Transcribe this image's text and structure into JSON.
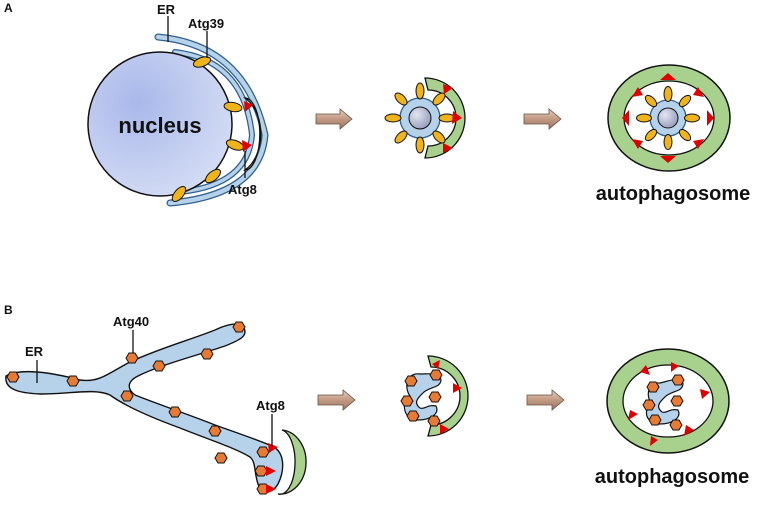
{
  "panel_a": {
    "letter": "A",
    "labels": {
      "er": "ER",
      "receptor": "Atg39",
      "atg8": "Atg8",
      "nucleus": "nucleus",
      "result": "autophagosome"
    }
  },
  "panel_b": {
    "letter": "B",
    "labels": {
      "receptor": "Atg40",
      "er": "ER",
      "atg8": "Atg8",
      "result": "autophagosome"
    }
  },
  "colors": {
    "nucleus_fill": "#b9c6ec",
    "er_fill": "#b5d2ea",
    "er_stroke": "#2f5f8f",
    "phagophore": "#a9d18e",
    "atg39": "#f0b419",
    "atg40": "#e87b34",
    "atg8": "#e00000",
    "arrow": "#c9a18a"
  }
}
